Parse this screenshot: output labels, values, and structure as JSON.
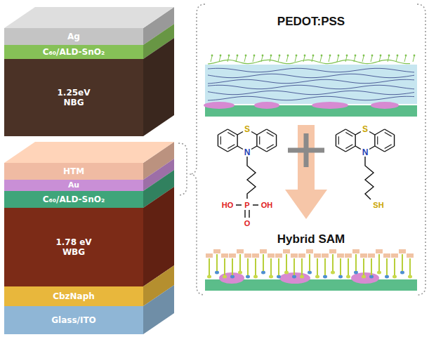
{
  "diagram": {
    "nodes": [
      {
        "text": [
          "Ag"
        ]
      },
      {
        "text": [
          "C₆₀/ALD-SnO₂"
        ]
      },
      {
        "text": [
          "1.25eV NBG"
        ]
      },
      {
        "text": [
          "HTM"
        ]
      },
      {
        "text": [
          "Au"
        ]
      },
      {
        "text": [
          "C₆₀/ALD-SnO₂"
        ]
      },
      {
        "text": [
          "1.78 eV WBG"
        ]
      },
      {
        "text": [
          "CbzNaph"
        ]
      },
      {
        "text": [
          "Glass/ITO"
        ]
      }
    ],
    "labels": [
      "PEDOT:PSS",
      "S",
      "N",
      "HO",
      "P",
      "OH",
      "O",
      "S",
      "N",
      "SH",
      "Hybrid SAM"
    ]
  }
}
